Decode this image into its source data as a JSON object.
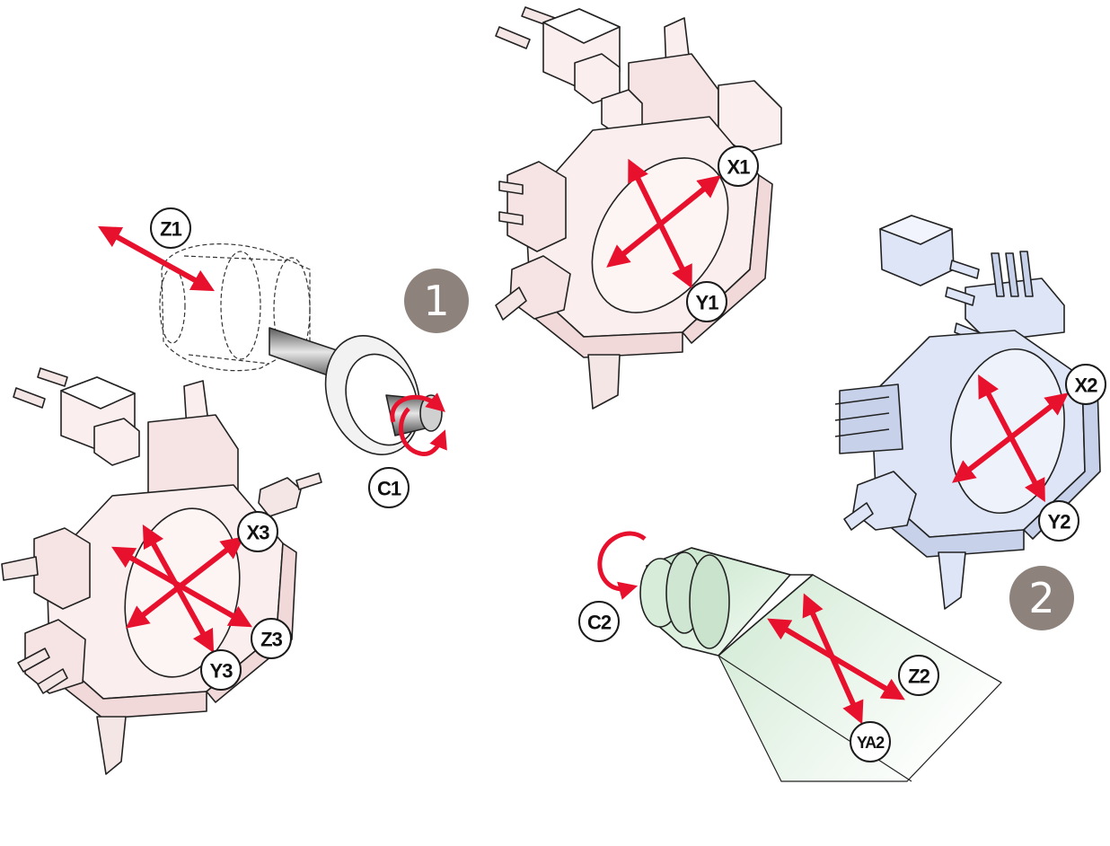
{
  "colors": {
    "arrow": "#e8112d",
    "turret_pink": "#fbeeee",
    "turret_pink_shade": "#f1d9d9",
    "turret_blue": "#dde5f6",
    "turret_blue_shade": "#c7d2ea",
    "spindle_green": "#d7ecd9",
    "badge": "#8d837c",
    "steel": "#9a9a9a"
  },
  "badges": [
    {
      "id": "badge-1",
      "text": "1"
    },
    {
      "id": "badge-2",
      "text": "2"
    }
  ],
  "axis_labels": {
    "Z1": "Z1",
    "C1": "C1",
    "X1": "X1",
    "Y1": "Y1",
    "X2": "X2",
    "Y2": "Y2",
    "X3": "X3",
    "Y3": "Y3",
    "Z3": "Z3",
    "C2": "C2",
    "Z2": "Z2",
    "YA2": "YA2"
  },
  "icons": {
    "turret_upper": "turret-icon",
    "turret_right": "turret-icon",
    "turret_lower_left": "turret-icon",
    "spindle_1": "main-spindle-icon",
    "spindle_2": "sub-spindle-icon"
  }
}
